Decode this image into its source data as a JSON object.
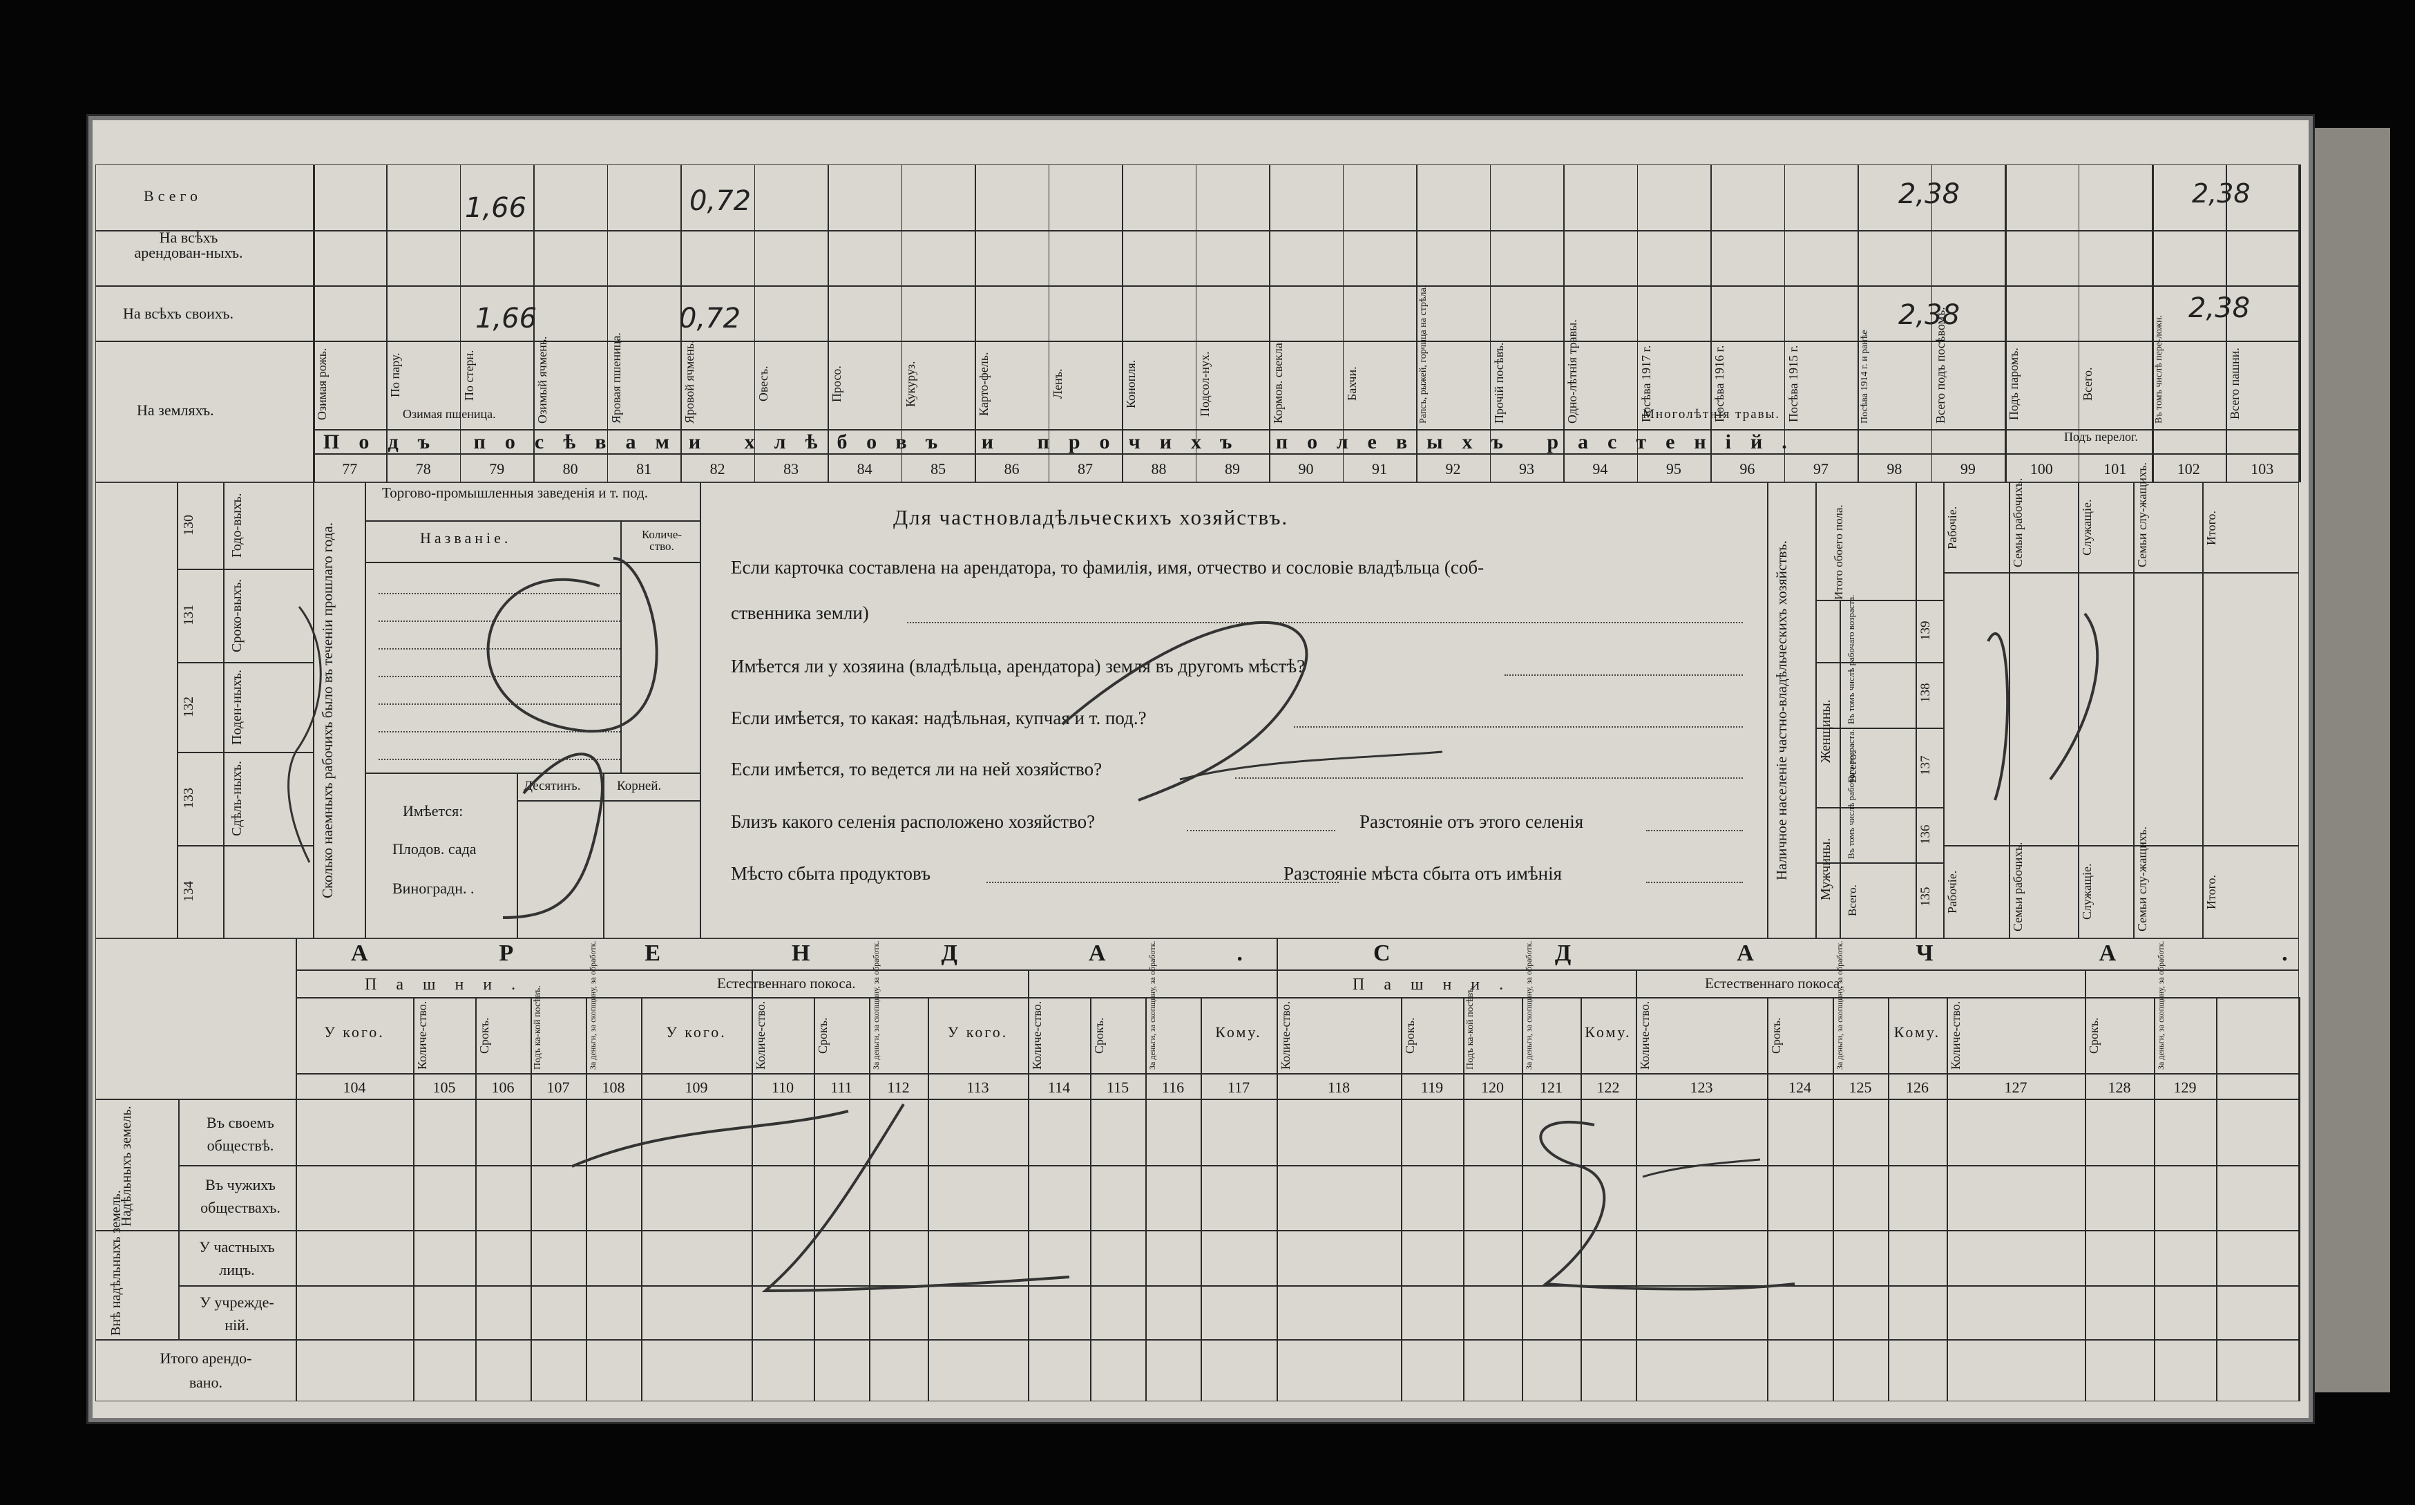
{
  "top_section": {
    "row_labels": [
      "Всего",
      "На всѣхъ арендован-ныхъ.",
      "На всѣхъ своихъ.",
      "На земляхъ."
    ],
    "heading": "Подъ посѣвами хлѣбовъ и прочихъ полевыхъ растеній.",
    "columns": [
      {
        "label": "Озимая рожь.",
        "num": "77"
      },
      {
        "label": "По пару.",
        "num": "78"
      },
      {
        "label": "По стерн.",
        "num": "79"
      },
      {
        "label": "Озимый ячмень.",
        "num": "80"
      },
      {
        "label": "Яровая пшеница.",
        "num": "81"
      },
      {
        "label": "Яровой ячмень.",
        "num": "82"
      },
      {
        "label": "Овесъ.",
        "num": "83"
      },
      {
        "label": "Просо.",
        "num": "84"
      },
      {
        "label": "Кукуруз.",
        "num": "85"
      },
      {
        "label": "Карто-фель.",
        "num": "86"
      },
      {
        "label": "Ленъ.",
        "num": "87"
      },
      {
        "label": "Конопля.",
        "num": "88"
      },
      {
        "label": "Подсол-нух.",
        "num": "89"
      },
      {
        "label": "Кормов. свекла.",
        "num": "90"
      },
      {
        "label": "Бахчи.",
        "num": "91"
      },
      {
        "label": "Рапсъ, рыжей, горчица на стрѣла.",
        "num": "92"
      },
      {
        "label": "Прочій посѣвъ.",
        "num": "93"
      },
      {
        "label": "Одно-лѣтнія травы.",
        "num": "94"
      },
      {
        "label": "Посѣва 1917 г.",
        "num": "95"
      },
      {
        "label": "Посѣва 1916 г.",
        "num": "96"
      },
      {
        "label": "Посѣва 1915 г.",
        "num": "97"
      },
      {
        "label": "Посѣва 1914 г. и ранѣе",
        "num": "98"
      },
      {
        "label": "Всего подъ посѣвомъ.",
        "num": "99"
      },
      {
        "label": "Подъ паромъ.",
        "num": "100"
      },
      {
        "label": "Всего.",
        "num": "101"
      },
      {
        "label": "Въ томъ числѣ пере-ложн.",
        "num": "102"
      },
      {
        "label": "Всего пашни.",
        "num": "103"
      }
    ],
    "group_ozimaya": "Озимая пшеница.",
    "group_mnogolet": "Многолѣтнія травы.",
    "group_perelog": "Подъ перелог.",
    "handwritten": {
      "vsego_rye": "1,66",
      "vsego_barley": "0,72",
      "vsego_total": "2,38",
      "vsego_plough": "2,38",
      "svoih_rye": "1,66",
      "svoih_barley": "0,72",
      "svoih_total": "2,38",
      "svoih_plough": "2,38"
    }
  },
  "middle_section": {
    "left_cols": [
      {
        "num": "130",
        "label": "Годо-выхъ."
      },
      {
        "num": "131",
        "label": "Сроко-выхъ."
      },
      {
        "num": "132",
        "label": "Поден-ныхъ."
      },
      {
        "num": "133",
        "label": "Сдѣль-ныхъ."
      },
      {
        "num": "134",
        "label": ""
      }
    ],
    "workers_q": "Сколько наемныхъ рабочихъ было въ теченіи прошлаго года.",
    "trade_title": "Торгово-промышленныя заведенія и т. под.",
    "trade_name": "Названіе.",
    "trade_qty": "Количе-ство.",
    "has_label": "Имѣется:",
    "desyatin": "Десятинъ.",
    "korney": "Корней.",
    "orchards": "Плодов. сада",
    "vineyards": "Виноградн. .",
    "private_title": "Для частновладѣльческихъ хозяйствъ.",
    "q1": "Если карточка составлена на арендатора, то фамилія, имя, отчество и сословіе владѣльца (соб-",
    "q1b": "ственника земли)",
    "q2": "Имѣется ли у хозяина (владѣльца, арендатора) земля въ другомъ мѣстѣ?",
    "q3": "Если имѣется, то какая: надѣльная, купчая и т. под.?",
    "q4": "Если имѣется, то ведется ли на ней хозяйство?",
    "q5": "Близъ какого селенія расположено хозяйство?",
    "q5b": "Разстояніе отъ этого селенія",
    "q6": "Мѣсто сбыта продуктовъ",
    "q6b": "Разстояніе мѣста сбыта отъ имѣнія",
    "population": "Наличное населеніе частно-владѣльческихъ хозяйствъ.",
    "men": "Мужчины.",
    "women": "Женщины.",
    "total_both": "Итого обоего пола.",
    "vsego": "Всего.",
    "vtom": "Въ томъ числѣ рабочаго возраста.",
    "pop_nums": [
      "135",
      "136",
      "137",
      "138",
      "139"
    ],
    "right_cols": [
      "Рабочіе.",
      "Семьи рабочихъ.",
      "Служащіе.",
      "Семьи слу-жащихъ.",
      "Итого."
    ]
  },
  "bottom_section": {
    "arenda": "АРЕНДА.",
    "sdacha": "СДАЧА.",
    "pashni": "Пашни.",
    "pokos": "Естественнаго покоса.",
    "u_kogo": "У кого.",
    "komu": "Кому.",
    "kolvo": "Количе-ство.",
    "srok": "Срокъ.",
    "pod_kakoy": "Подъ ка-кой посѣвъ.",
    "za_dengi": "За деньги, за скопщину, за обработк.",
    "nums": [
      "104",
      "105",
      "106",
      "107",
      "108",
      "109",
      "110",
      "111",
      "112",
      "113",
      "114",
      "115",
      "116",
      "117",
      "118",
      "119",
      "120",
      "121",
      "122",
      "123",
      "124",
      "125",
      "126",
      "127",
      "128",
      "129"
    ],
    "nadel": "Надѣльныхъ земель.",
    "vne_nadel": "Внѣ надѣльныхъ земель.",
    "rows": [
      "Въ своемъ обществѣ.",
      "Въ чужихъ обществахъ.",
      "У частныхъ лицъ.",
      "У учрежде-ній."
    ],
    "itogo": "Итого арендо-вано."
  }
}
